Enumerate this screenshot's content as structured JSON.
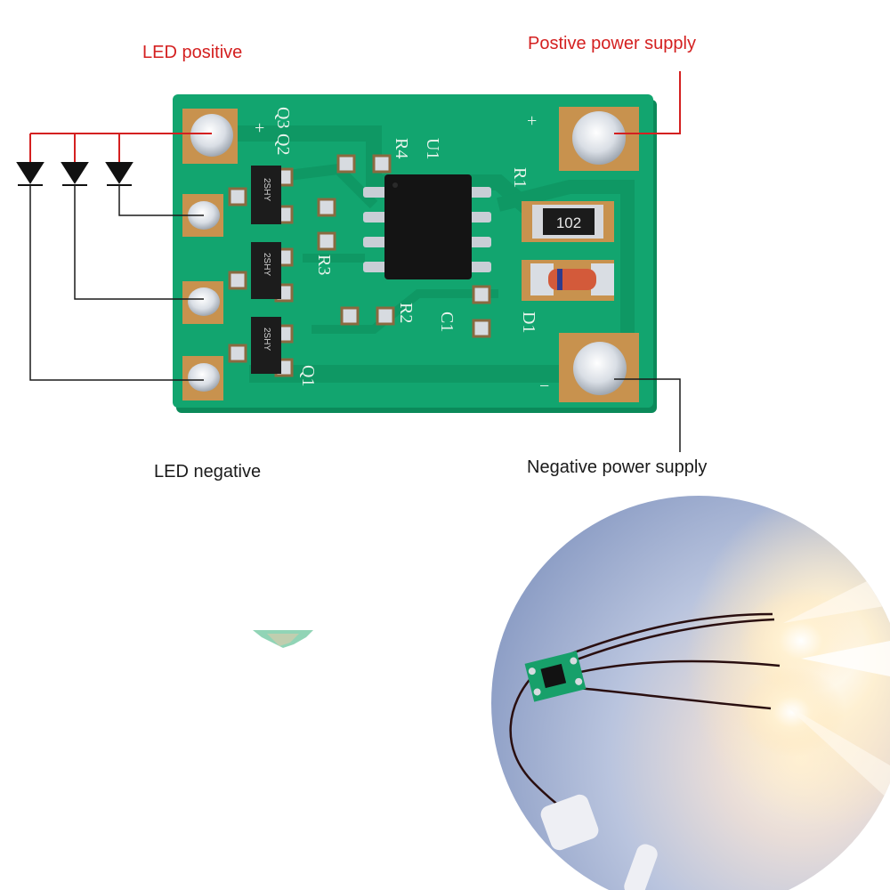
{
  "labels": {
    "led_positive": "LED positive",
    "positive_power_supply": "Postive power supply",
    "led_negative": "LED negative",
    "negative_power_supply": "Negative power supply"
  },
  "board": {
    "silkscreen": {
      "q3": "Q3",
      "q2": "Q2",
      "q1": "Q1",
      "r4": "R4",
      "u1": "U1",
      "r1": "R1",
      "r3": "R3",
      "r2": "R2",
      "c1": "C1",
      "d1": "D1",
      "plus_left": "+",
      "plus_right": "+",
      "minus": "−"
    },
    "resistor_code": "102",
    "transistor_mark": "2SHY"
  },
  "colors": {
    "pcb": "#10a36d",
    "pcb_dark": "#0b8a5a",
    "pad": "#c8924e",
    "solder": "#dfe3e8",
    "positive_wire": "#d42020",
    "negative_wire": "#1a1a1a",
    "label_positive": "#d42020",
    "label_negative": "#1a1a1a",
    "photo_bg": "#b6c3dc"
  },
  "icons": [
    "led-diode-icon",
    "resistor-icon",
    "ic-chip-icon",
    "transistor-icon",
    "zener-diode-icon"
  ]
}
